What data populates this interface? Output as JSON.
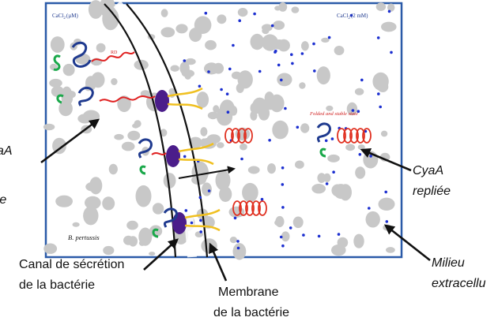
{
  "labels": {
    "cacl2_left": "CaCl",
    "cacl2_left_unit": "(µM)",
    "cacl2_right": "CaCl",
    "cacl2_right_unit": "(2 mM)",
    "cacl2_sub": "2",
    "rd": "RD",
    "folded_state": "Folded and stable state",
    "bacterium_name": "B. pertussis",
    "cyaa_left_line1": "yaA",
    "cyaa_left_line2": "ıée",
    "cyaa_right_line1": "CyaA",
    "cyaa_right_line2": "repliée",
    "milieu_line1": "Milieu",
    "milieu_line2": "extracellu",
    "canal_line1": "Canal de sécrétion",
    "canal_line2": "de la bactérie",
    "membrane_line1": "Membrane",
    "membrane_line2": "de la bactérie"
  },
  "colors": {
    "frame": "#2a5aa8",
    "background_blob": "#c8c8c8",
    "calcium_dot": "#1c2fd0",
    "membrane": "#111111",
    "domain_blue": "#1f3a8f",
    "domain_green": "#1aa84a",
    "unfolded_chain": "#e02020",
    "channel_purple": "#4b1d8a",
    "channel_yellow": "#f0c020",
    "folded_label": "#d02020"
  },
  "icons": [
    "arrow-icon",
    "membrane-curve-icon",
    "secretion-channel-icon",
    "cyaa-protein-icon",
    "calcium-ion-icon"
  ]
}
